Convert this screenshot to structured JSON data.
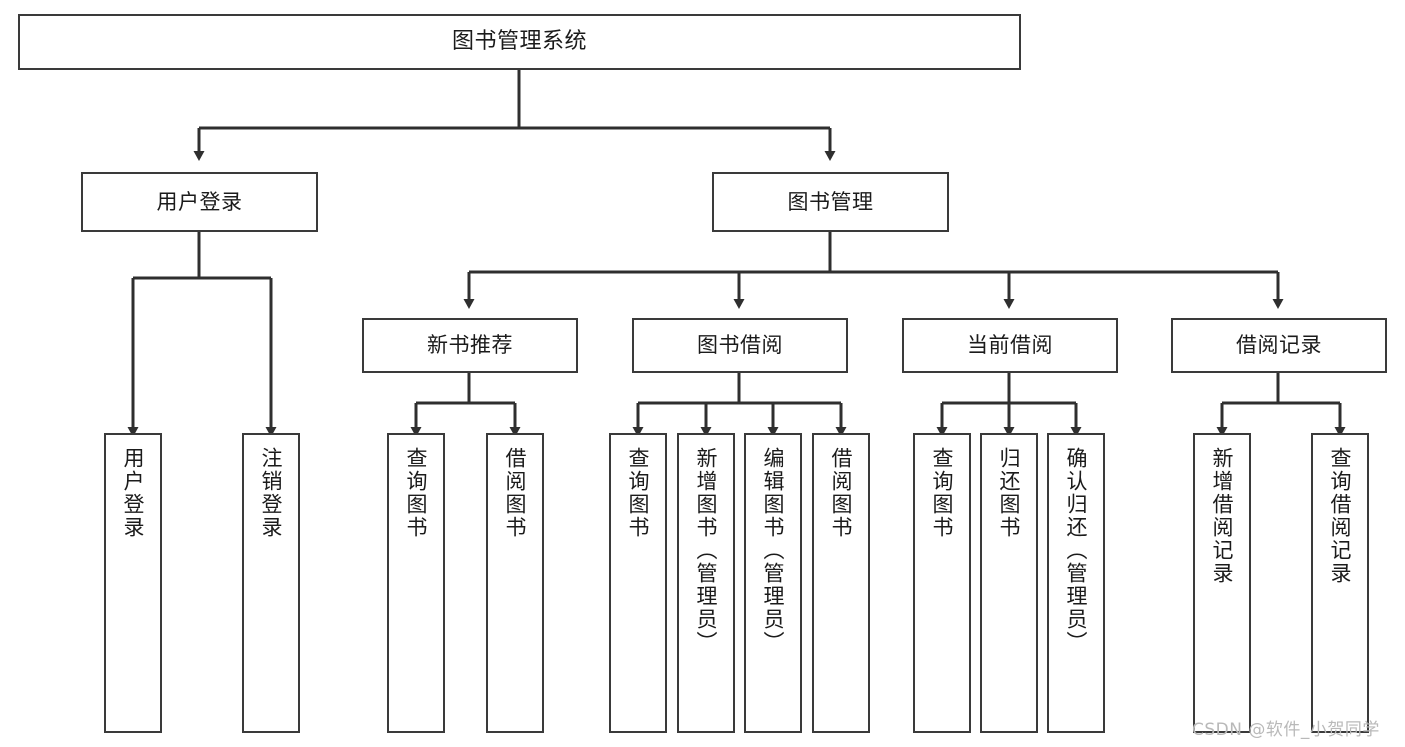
{
  "diagram": {
    "title": "图书管理系统",
    "type": "tree-hierarchy-chart",
    "root": {
      "id": "root",
      "label": "图书管理系统"
    },
    "level2": [
      {
        "id": "user-login",
        "label": "用户登录"
      },
      {
        "id": "book-management",
        "label": "图书管理"
      }
    ],
    "level3": [
      {
        "id": "new-book-recommend",
        "label": "新书推荐"
      },
      {
        "id": "book-borrow",
        "label": "图书借阅"
      },
      {
        "id": "current-borrow",
        "label": "当前借阅"
      },
      {
        "id": "borrow-record",
        "label": "借阅记录"
      }
    ],
    "leaves": [
      {
        "id": "leaf-user-login",
        "label": "用户登录",
        "parent": "user-login"
      },
      {
        "id": "leaf-logout-login",
        "label": "注销登录",
        "parent": "user-login"
      },
      {
        "id": "leaf-query-book-1",
        "label": "查询图书",
        "parent": "new-book-recommend"
      },
      {
        "id": "leaf-borrow-book-1",
        "label": "借阅图书",
        "parent": "new-book-recommend"
      },
      {
        "id": "leaf-query-book-2",
        "label": "查询图书",
        "parent": "book-borrow"
      },
      {
        "id": "leaf-add-book",
        "label": "新增图书（管理员）",
        "parent": "book-borrow"
      },
      {
        "id": "leaf-edit-book",
        "label": "编辑图书（管理员）",
        "parent": "book-borrow"
      },
      {
        "id": "leaf-borrow-book-2",
        "label": "借阅图书",
        "parent": "book-borrow"
      },
      {
        "id": "leaf-query-book-3",
        "label": "查询图书",
        "parent": "current-borrow"
      },
      {
        "id": "leaf-return-book",
        "label": "归还图书",
        "parent": "current-borrow"
      },
      {
        "id": "leaf-confirm-return",
        "label": "确认归还（管理员）",
        "parent": "current-borrow"
      },
      {
        "id": "leaf-add-record",
        "label": "新增借阅记录",
        "parent": "borrow-record"
      },
      {
        "id": "leaf-query-record",
        "label": "查询借阅记录",
        "parent": "borrow-record"
      }
    ]
  },
  "watermark": {
    "text": "CSDN @软件_小贺同学"
  },
  "colors": {
    "stroke": "#3a3a3a",
    "background": "#ffffff",
    "text": "#1b1b1b",
    "watermark": "#b9b9b9"
  }
}
